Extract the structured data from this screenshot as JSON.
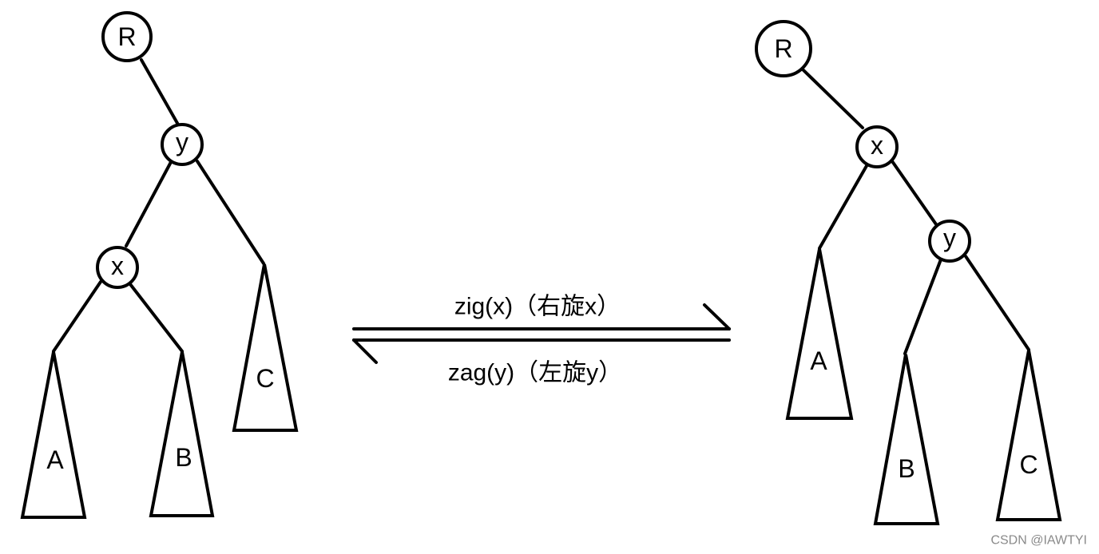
{
  "colors": {
    "stroke": "#000000",
    "background": "#ffffff",
    "watermark": "#8a8a8a"
  },
  "left_tree": {
    "nodes": {
      "r": "R",
      "y": "y",
      "x": "x"
    },
    "subtrees": {
      "a": "A",
      "b": "B",
      "c": "C"
    }
  },
  "right_tree": {
    "nodes": {
      "r": "R",
      "x": "x",
      "y": "y"
    },
    "subtrees": {
      "a": "A",
      "b": "B",
      "c": "C"
    }
  },
  "rotations": {
    "zig": "zig(x)（右旋x）",
    "zag": "zag(y)（左旋y）"
  },
  "watermark": "CSDN @IAWTYI"
}
